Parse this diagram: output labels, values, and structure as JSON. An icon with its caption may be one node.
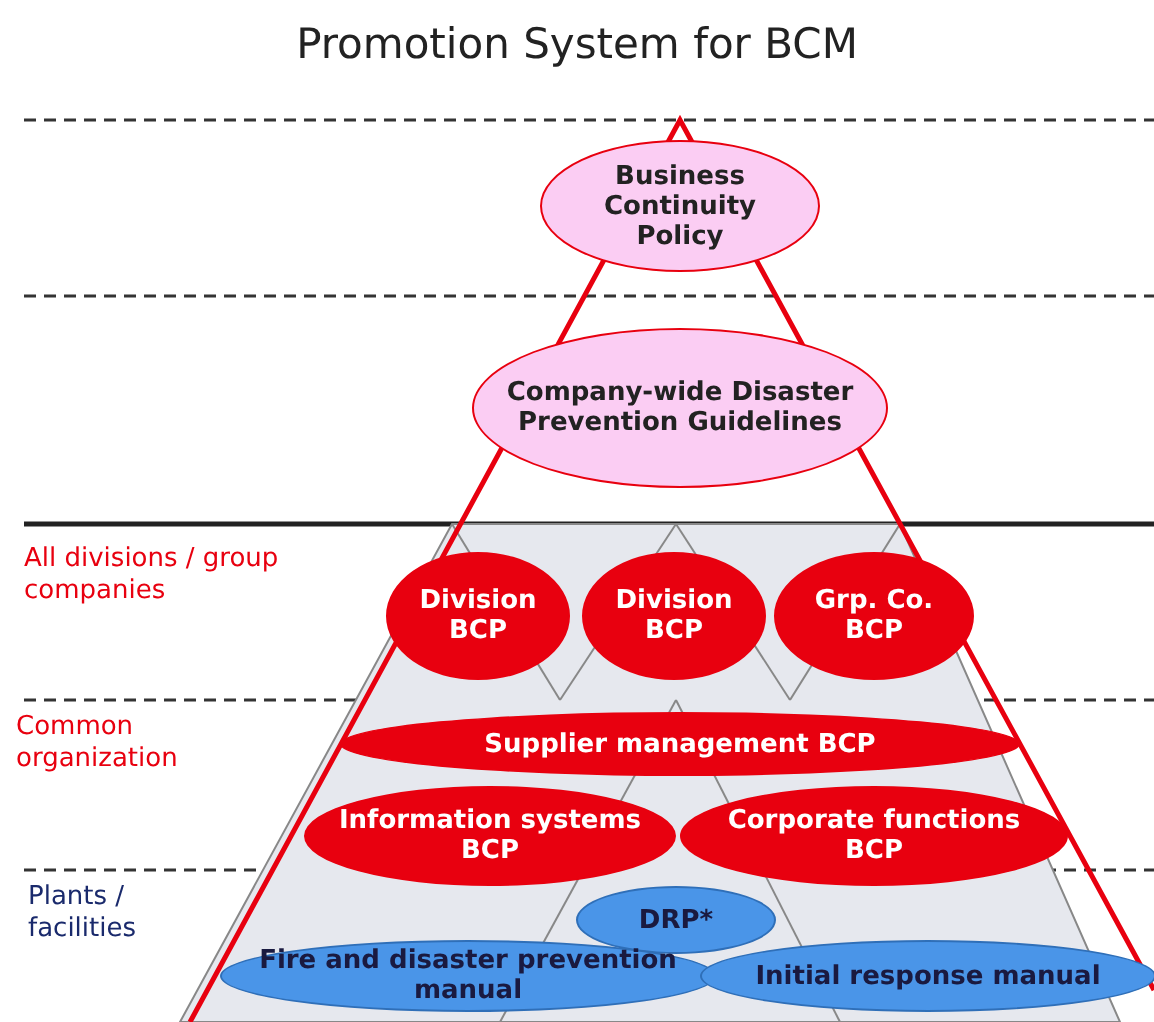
{
  "diagram": {
    "title": "Promotion System for BCM",
    "nodes": [
      {
        "text": [
          "Business Continuity Policy"
        ]
      },
      {
        "text": [
          "Company-wide Disaster Prevention Guidelines"
        ]
      },
      {
        "text": [
          "Division BCP"
        ]
      },
      {
        "text": [
          "Division BCP"
        ]
      },
      {
        "text": [
          "Grp. Co. BCP"
        ]
      },
      {
        "text": [
          "Supplier management BCP"
        ]
      },
      {
        "text": [
          "Information systems BCP"
        ]
      },
      {
        "text": [
          "Corporate functions BCP"
        ]
      },
      {
        "text": [
          "DRP*"
        ]
      },
      {
        "text": [
          "Fire and disaster prevention manual"
        ]
      },
      {
        "text": [
          "Initial response manual"
        ]
      }
    ],
    "labels": [
      "All divisions / group companies",
      "Common organization",
      "Plants / facilities"
    ]
  }
}
